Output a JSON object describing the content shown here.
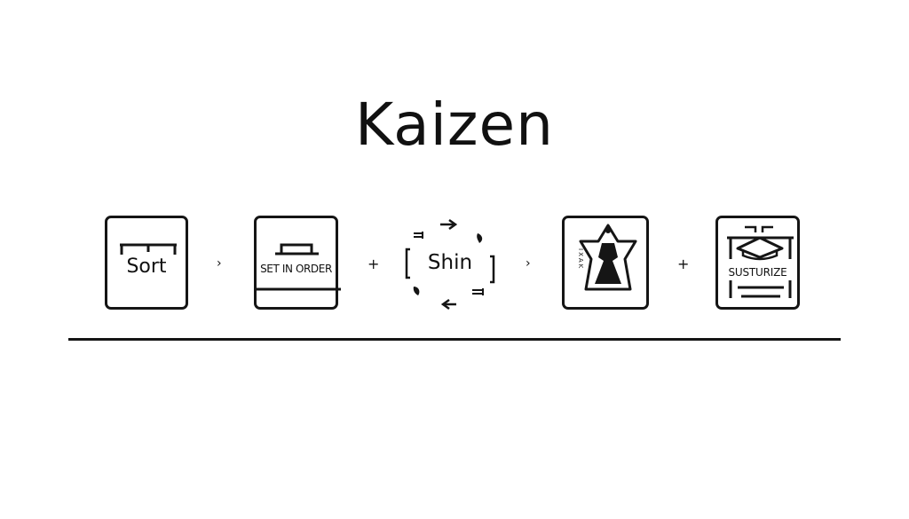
{
  "title": "Kaizen",
  "steps": [
    {
      "label": "Sort",
      "icon": "rack-icon"
    },
    {
      "label": "SET IN ORDER",
      "icon": "tray-icon"
    },
    {
      "label": "Shin",
      "icon": "cycle-arrows-icon"
    },
    {
      "label": "",
      "icon": "dress-icon",
      "side_text": "IXAK"
    },
    {
      "label": "SUSTURIZE",
      "icon": "table-icon"
    }
  ],
  "connectors": [
    "›",
    "+",
    "›",
    "+"
  ],
  "colors": {
    "ink": "#111111",
    "background": "#ffffff"
  }
}
